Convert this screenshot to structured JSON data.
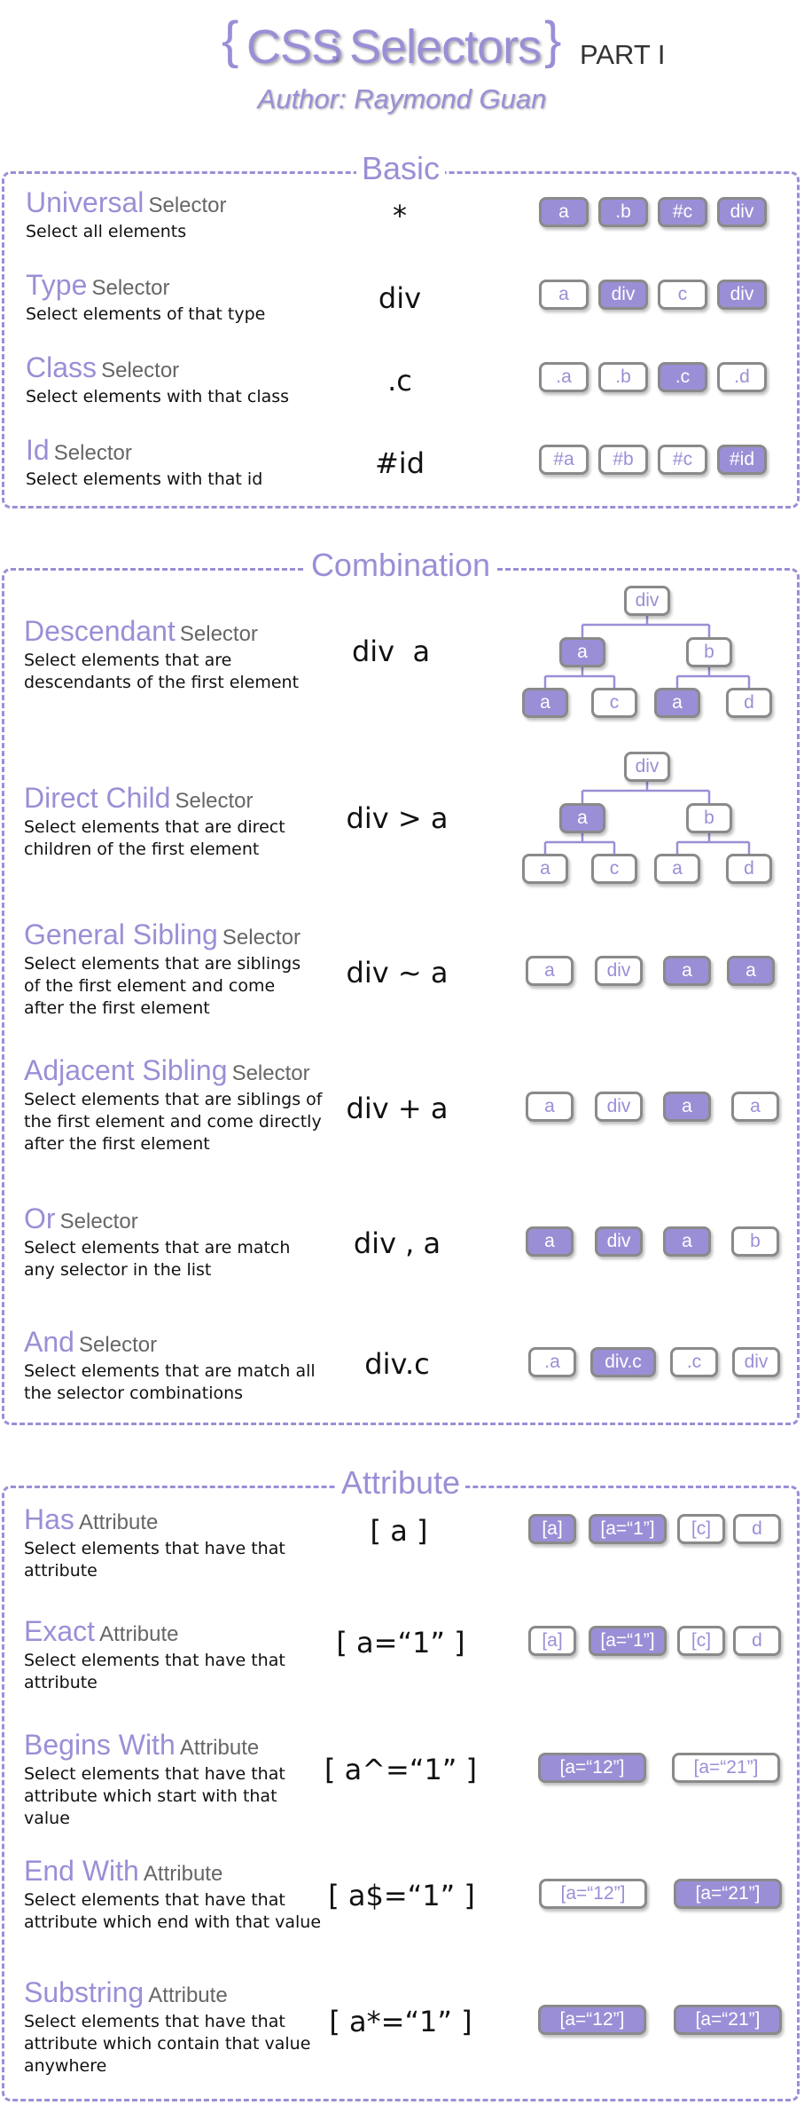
{
  "header": {
    "brace_open": "{",
    "brace_close": "}",
    "word1": "CSS",
    "colon": ":",
    "word2": "Selectors",
    "part": "PART I",
    "author": "Author: Raymond Guan"
  },
  "colors": {
    "accent": "#9a8fd6",
    "chip_border": "#8a8a8a",
    "text": "#111111",
    "muted": "#666666"
  },
  "basic": {
    "title": "Basic",
    "rows": [
      {
        "name": "Universal",
        "kind": "Selector",
        "desc": "Select all elements",
        "syntax": "*",
        "chips": [
          {
            "label": "a",
            "on": true
          },
          {
            "label": ".b",
            "on": true
          },
          {
            "label": "#c",
            "on": true
          },
          {
            "label": "div",
            "on": true
          }
        ]
      },
      {
        "name": "Type",
        "kind": "Selector",
        "desc": "Select elements of that type",
        "syntax": "div",
        "chips": [
          {
            "label": "a",
            "on": false
          },
          {
            "label": "div",
            "on": true
          },
          {
            "label": "c",
            "on": false
          },
          {
            "label": "div",
            "on": true
          }
        ]
      },
      {
        "name": "Class",
        "kind": "Selector",
        "desc": "Select elements with that class",
        "syntax": ".c",
        "chips": [
          {
            "label": ".a",
            "on": false
          },
          {
            "label": ".b",
            "on": false
          },
          {
            "label": ".c",
            "on": true
          },
          {
            "label": ".d",
            "on": false
          }
        ]
      },
      {
        "name": "Id",
        "kind": "Selector",
        "desc": "Select elements with that id",
        "syntax": "#id",
        "chips": [
          {
            "label": "#a",
            "on": false
          },
          {
            "label": "#b",
            "on": false
          },
          {
            "label": "#c",
            "on": false
          },
          {
            "label": "#id",
            "on": true
          }
        ]
      }
    ]
  },
  "combination": {
    "title": "Combination",
    "rows": [
      {
        "name": "Descendant",
        "kind": "Selector",
        "desc": "Select elements that are descendants of the first element",
        "syntax": "div  a",
        "tree": {
          "root": {
            "label": "div",
            "on": false
          },
          "mid": [
            {
              "label": "a",
              "on": true
            },
            {
              "label": "b",
              "on": false
            }
          ],
          "leaves": [
            {
              "label": "a",
              "on": true
            },
            {
              "label": "c",
              "on": false
            },
            {
              "label": "a",
              "on": true
            },
            {
              "label": "d",
              "on": false
            }
          ]
        }
      },
      {
        "name": "Direct Child",
        "kind": "Selector",
        "desc": "Select elements that are direct children of the first element",
        "syntax": "div > a",
        "tree": {
          "root": {
            "label": "div",
            "on": false
          },
          "mid": [
            {
              "label": "a",
              "on": true
            },
            {
              "label": "b",
              "on": false
            }
          ],
          "leaves": [
            {
              "label": "a",
              "on": false
            },
            {
              "label": "c",
              "on": false
            },
            {
              "label": "a",
              "on": false
            },
            {
              "label": "d",
              "on": false
            }
          ]
        }
      },
      {
        "name": "General Sibling",
        "kind": "Selector",
        "desc": "Select elements that are siblings of the first element and come after the first element",
        "syntax": "div ~ a",
        "chips": [
          {
            "label": "a",
            "on": false
          },
          {
            "label": "div",
            "on": false
          },
          {
            "label": "a",
            "on": true
          },
          {
            "label": "a",
            "on": true
          }
        ]
      },
      {
        "name": "Adjacent Sibling",
        "kind": "Selector",
        "desc": "Select elements that are siblings of the first element and come directly after the first element",
        "syntax": "div + a",
        "chips": [
          {
            "label": "a",
            "on": false
          },
          {
            "label": "div",
            "on": false
          },
          {
            "label": "a",
            "on": true
          },
          {
            "label": "a",
            "on": false
          }
        ]
      },
      {
        "name": "Or",
        "kind": "Selector",
        "desc": "Select elements that are match any selector in the list",
        "syntax": "div , a",
        "chips": [
          {
            "label": "a",
            "on": true
          },
          {
            "label": "div",
            "on": true
          },
          {
            "label": "a",
            "on": true
          },
          {
            "label": "b",
            "on": false
          }
        ]
      },
      {
        "name": "And",
        "kind": "Selector",
        "desc": "Select elements that are match all the selector combinations",
        "syntax": "div.c",
        "chips": [
          {
            "label": ".a",
            "on": false
          },
          {
            "label": "div.c",
            "on": true
          },
          {
            "label": ".c",
            "on": false
          },
          {
            "label": "div",
            "on": false
          }
        ]
      }
    ]
  },
  "attribute": {
    "title": "Attribute",
    "rows": [
      {
        "name": "Has",
        "kind": "Attribute",
        "desc": "Select elements that have that attribute",
        "syntax": "[ a ]",
        "chips": [
          {
            "label": "[a]",
            "on": true
          },
          {
            "label": "[a=“1”]",
            "on": true
          },
          {
            "label": "[c]",
            "on": false
          },
          {
            "label": "d",
            "on": false
          }
        ]
      },
      {
        "name": "Exact",
        "kind": "Attribute",
        "desc": "Select elements that have that attribute",
        "syntax": "[ a=“1” ]",
        "chips": [
          {
            "label": "[a]",
            "on": false
          },
          {
            "label": "[a=“1”]",
            "on": true
          },
          {
            "label": "[c]",
            "on": false
          },
          {
            "label": "d",
            "on": false
          }
        ]
      },
      {
        "name": "Begins With",
        "kind": "Attribute",
        "desc": "Select elements that have that attribute which start with that value",
        "syntax": "[ a^=“1” ]",
        "chips": [
          {
            "label": "[a=“12”]",
            "on": true
          },
          {
            "label": "[a=“21”]",
            "on": false
          }
        ]
      },
      {
        "name": "End With",
        "kind": "Attribute",
        "desc": "Select elements that have that attribute which end with that value",
        "syntax": "[ a$=“1” ]",
        "chips": [
          {
            "label": "[a=“12”]",
            "on": false
          },
          {
            "label": "[a=“21”]",
            "on": true
          }
        ]
      },
      {
        "name": "Substring",
        "kind": "Attribute",
        "desc": "Select elements that have that attribute which contain that value anywhere",
        "syntax": "[ a*=“1” ]",
        "chips": [
          {
            "label": "[a=“12”]",
            "on": true
          },
          {
            "label": "[a=“21”]",
            "on": true
          }
        ]
      }
    ]
  }
}
